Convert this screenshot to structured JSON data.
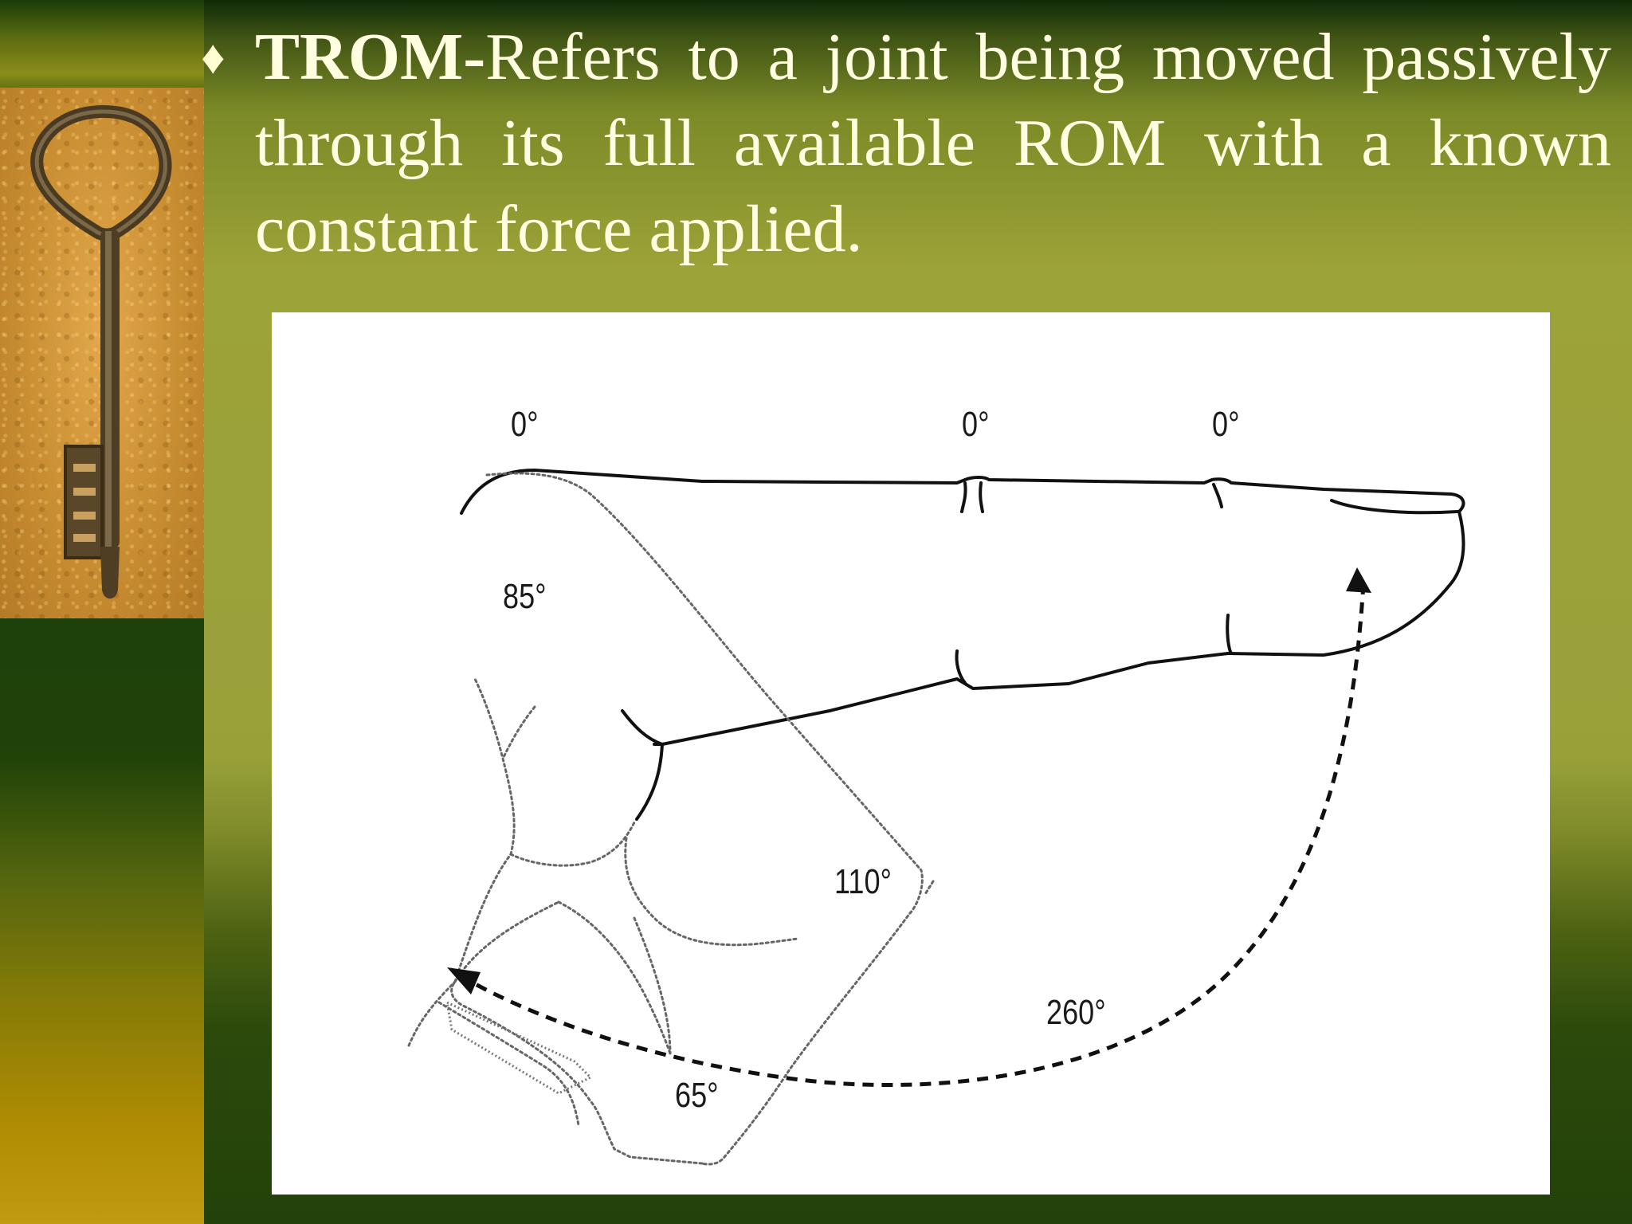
{
  "slide": {
    "bullet_symbol": "♦",
    "term": "TROM-",
    "definition": "Refers to a joint being moved passively through its full available ROM with a known constant force applied."
  },
  "decoration": {
    "image_subject": "key-on-sand-photo"
  },
  "figure": {
    "subject": "finger-joint-range-of-motion-diagram",
    "labels": {
      "mcp_extension": "0°",
      "pip_extension": "0°",
      "dip_extension": "0°",
      "mcp_flexion": "85°",
      "pip_flexion": "110°",
      "dip_flexion": "65°",
      "total": "260°"
    }
  },
  "colors": {
    "slide_olive": "#9ca338",
    "dark_green": "#22420a",
    "text_cream": "#fffee0",
    "figure_bg": "#ffffff",
    "ink": "#1a1a1a"
  }
}
